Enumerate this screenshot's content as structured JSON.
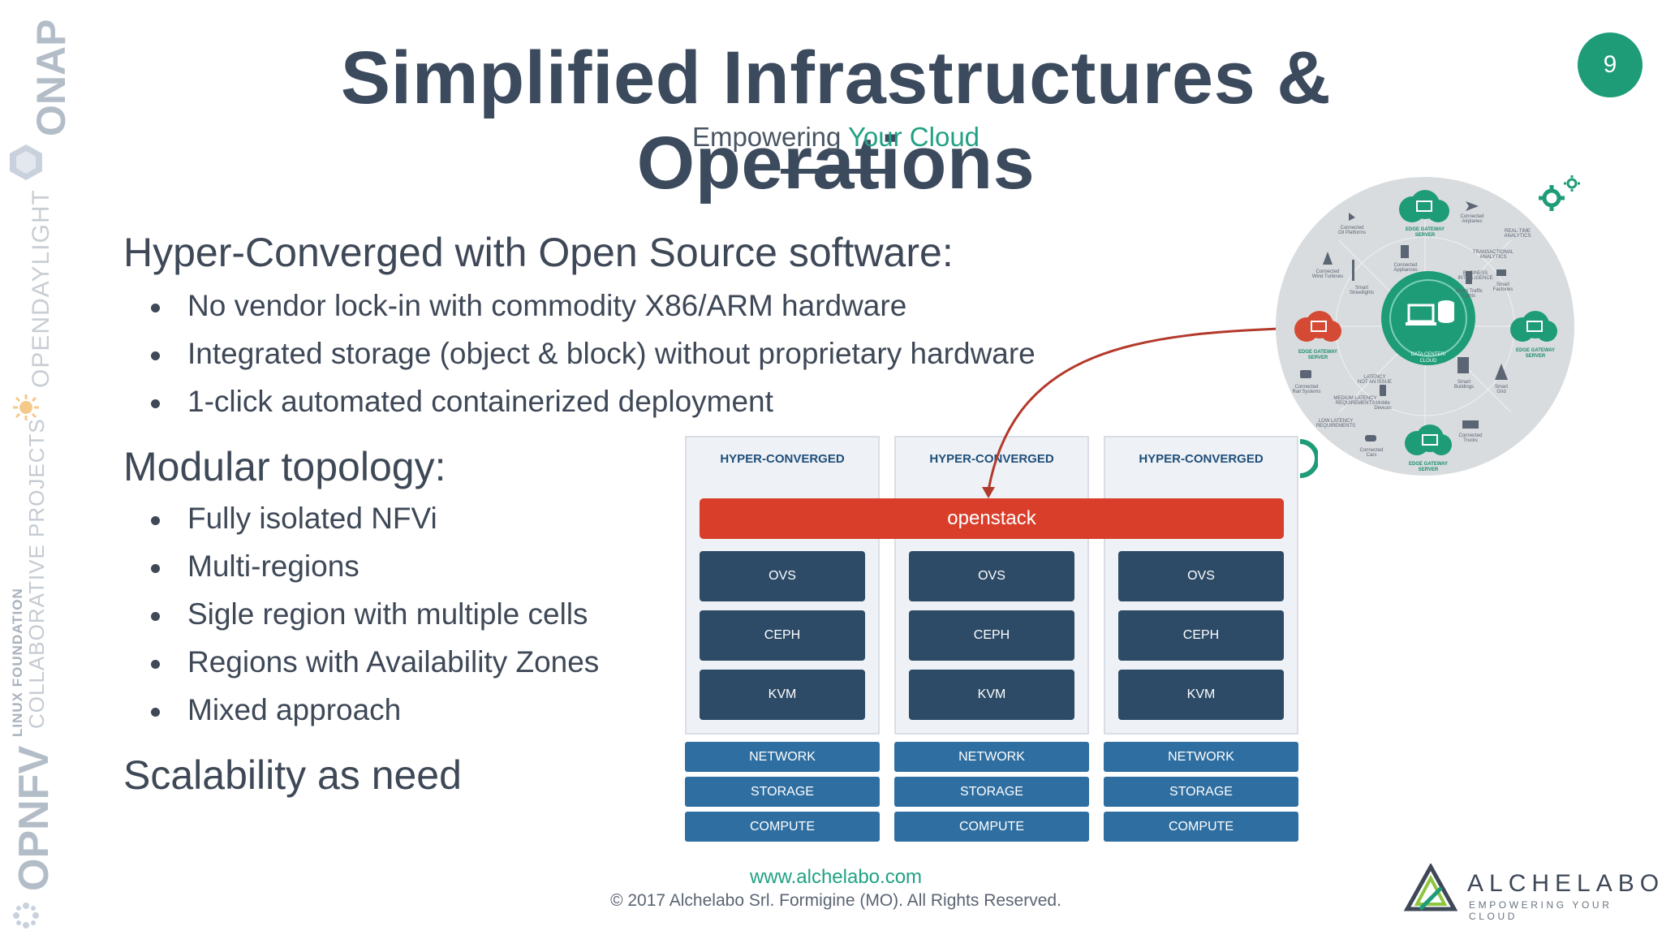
{
  "slide": {
    "title": "Simplified Infrastructures & Operations",
    "subtitle_prefix": "Empowering ",
    "subtitle_accent": "Your Cloud",
    "page_number": "9"
  },
  "sidebar": {
    "onap": "ONAP",
    "opendaylight": "OPENDAYLIGHT",
    "lf_collab_top": "LINUX FOUNDATION",
    "lf_collab_bottom": "COLLABORATIVE PROJECTS",
    "opnfv": "OPNFV"
  },
  "content": {
    "section1": {
      "heading": "Hyper-Converged with Open Source software:",
      "bullets": [
        "No vendor lock-in with commodity X86/ARM hardware",
        "Integrated storage (object & block) without proprietary hardware",
        "1-click automated containerized deployment"
      ]
    },
    "section2": {
      "heading": "Modular topology:",
      "bullets": [
        "Fully isolated NFVi",
        "Multi-regions",
        "Sigle region with multiple cells",
        "Regions with Availability Zones",
        "Mixed approach"
      ]
    },
    "section3": {
      "heading": "Scalability as need"
    }
  },
  "diagram": {
    "column_label": "HYPER-CONVERGED",
    "openstack_label": "openstack",
    "layers": [
      "OVS",
      "CEPH",
      "KVM"
    ],
    "infra": [
      "NETWORK",
      "STORAGE",
      "COMPUTE"
    ],
    "arrow_color": "#b3392b"
  },
  "iot": {
    "center_line1": "DATA CENTER/",
    "center_line2": "CLOUD",
    "edge_server_line1": "EDGE GATEWAY",
    "edge_server_line2": "SERVER",
    "labels": {
      "oil": [
        "Connected",
        "Oil Platforms"
      ],
      "airplanes": [
        "Connected",
        "Airplanes"
      ],
      "realtime": [
        "REAL-TIME",
        "ANALYTICS"
      ],
      "transactional": [
        "TRANSACTIONAL",
        "ANALYTICS"
      ],
      "appliances": [
        "Connected",
        "Appliances"
      ],
      "bi": [
        "BUSINESS",
        "INTELLIGENCE"
      ],
      "wind": [
        "Connected",
        "Wind Turbines"
      ],
      "streetlights": [
        "Smart",
        "Streetlights"
      ],
      "traffic": [
        "Smart Traffic",
        "Lights"
      ],
      "factories": [
        "Smart",
        "Factories"
      ],
      "rail": [
        "Connected",
        "Rail Systems"
      ],
      "latency_no": [
        "LATENCY",
        "NOT AN ISSUE"
      ],
      "medium": [
        "MEDIUM LATENCY",
        "REQUIREMENTS"
      ],
      "low": [
        "LOW LATENCY",
        "REQUIREMENTS"
      ],
      "buildings": [
        "Smart",
        "Buildings"
      ],
      "grid": [
        "Smart",
        "Grid"
      ],
      "mobile": [
        "Mobile",
        "Devices"
      ],
      "cars": [
        "Connected",
        "Cars"
      ],
      "trucks": [
        "Connected",
        "Trucks"
      ]
    },
    "accent_green": "#1e9c78",
    "alert_red": "#d44a34"
  },
  "footer": {
    "url": "www.alchelabo.com",
    "copyright": "© 2017 Alchelabo Srl. Formigine (MO). All Rights Reserved.",
    "logo_word": "ALCHELABO",
    "logo_tagline": "EMPOWERING YOUR CLOUD"
  }
}
